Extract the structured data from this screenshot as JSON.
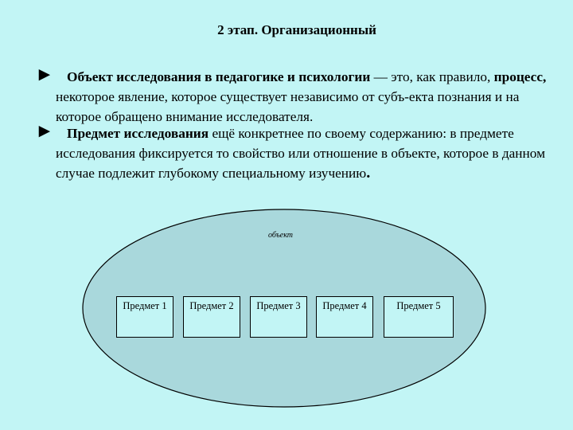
{
  "title": "2 этап. Организационный",
  "paragraph1": {
    "bullet": "►",
    "bold_lead": "Объект исследования в педагогике и психологии",
    "after_lead": " — это, как правило, ",
    "bold_word": "процесс,",
    "rest": " некоторое явление, которое существует независимо от субъ-екта познания и на которое обращено внимание исследователя."
  },
  "paragraph2": {
    "bullet": "►",
    "bold_lead": "Предмет исследования",
    "rest": " ещё конкретнее по своему содержанию: в предмете исследования фиксируется то свойство или отношение в объекте, которое в данном случае подлежит глубокому специальному изучению",
    "end": "."
  },
  "diagram": {
    "outer_label": "объект",
    "boxes": [
      "Предмет 1",
      "Предмет 2",
      "Предмет 3",
      "Предмет 4",
      "Предмет 5"
    ],
    "colors": {
      "background": "#c2f5f5",
      "ellipse_fill": "#a9d8dc",
      "stroke": "#000000"
    }
  }
}
